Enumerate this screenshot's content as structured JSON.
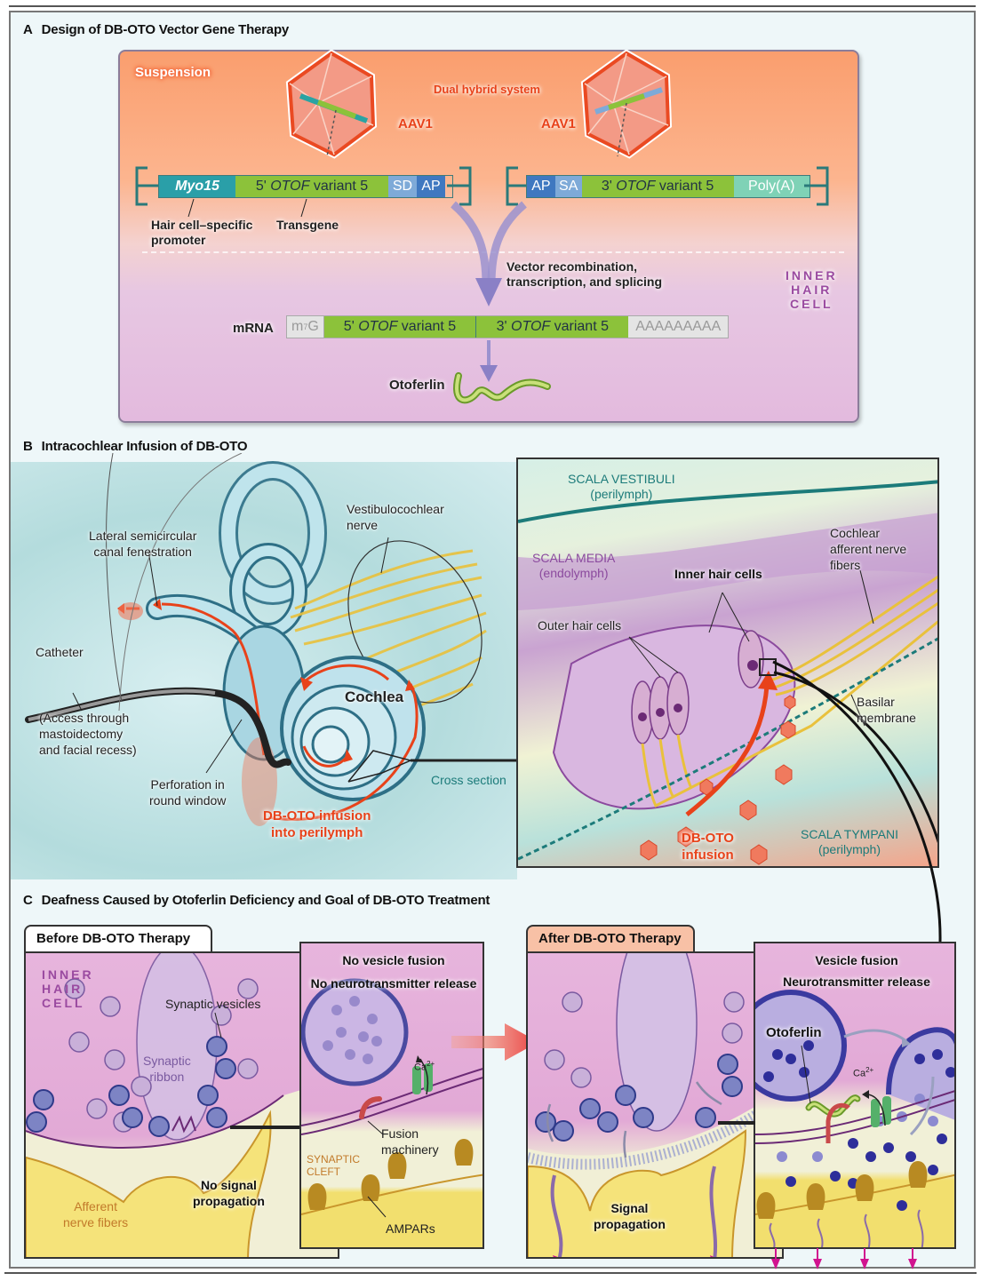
{
  "figure": {
    "panel_a": {
      "title_letter": "A",
      "title": "Design of DB-OTO Vector Gene Therapy",
      "suspension_label": "Suspension",
      "dual_hybrid_label": "Dual hybrid system",
      "aav_left_label": "AAV1",
      "aav_right_label": "AAV1",
      "vector_5prime": {
        "promoter": "Myo15",
        "transgene_prefix": "5' ",
        "transgene_gene": "OTOF",
        "transgene_suffix": " variant 5",
        "sd": "SD",
        "ap": "AP"
      },
      "vector_3prime": {
        "ap": "AP",
        "sa": "SA",
        "transgene_prefix": "3' ",
        "transgene_gene": "OTOF",
        "transgene_suffix": " variant 5",
        "polya": "Poly(A)"
      },
      "promoter_callout_line1": "Hair cell–specific",
      "promoter_callout_line2": "promoter",
      "transgene_callout": "Transgene",
      "recombination_line1": "Vector recombination,",
      "recombination_line2": "transcription, and splicing",
      "inner_hair_cell_line1": "INNER",
      "inner_hair_cell_line2": "HAIR",
      "inner_hair_cell_line3": "CELL",
      "mrna_label": "mRNA",
      "mrna": {
        "cap_m": "m",
        "cap_sup": "7",
        "cap_g": "G",
        "seg1_prefix": "5' ",
        "seg1_gene": "OTOF",
        "seg1_suffix": " variant 5",
        "seg2_prefix": "3' ",
        "seg2_gene": "OTOF",
        "seg2_suffix": " variant 5",
        "polya_tail": "AAAAAAAAA"
      },
      "protein_label": "Otoferlin"
    },
    "panel_b": {
      "title_letter": "B",
      "title": "Intracochlear Infusion of DB-OTO",
      "lateral_line1": "Lateral semicircular",
      "lateral_line2": "canal fenestration",
      "vestibulo_line1": "Vestibulocochlear",
      "vestibulo_line2": "nerve",
      "catheter": "Catheter",
      "access_line1": "(Access through",
      "access_line2": "mastoidectomy",
      "access_line3": "and facial recess)",
      "cochlea": "Cochlea",
      "perforation_line1": "Perforation in",
      "perforation_line2": "round window",
      "cross_section": "Cross section",
      "infusion_line1": "DB-OTO infusion",
      "infusion_line2": "into perilymph",
      "cross_section_view": {
        "scala_vestibuli_line1": "SCALA VESTIBULI",
        "scala_vestibuli_line2": "(perilymph)",
        "scala_media_line1": "SCALA MEDIA",
        "scala_media_line2": "(endolymph)",
        "inner_hair_cells": "Inner hair cells",
        "outer_hair_cells": "Outer hair cells",
        "cochlear_line1": "Cochlear",
        "cochlear_line2": "afferent nerve",
        "cochlear_line3": "fibers",
        "basilar_line1": "Basilar",
        "basilar_line2": "membrane",
        "infusion_line1": "DB-OTO",
        "infusion_line2": "infusion",
        "scala_tympani_line1": "SCALA TYMPANI",
        "scala_tympani_line2": "(perilymph)"
      }
    },
    "panel_c": {
      "title_letter": "C",
      "title": "Deafness Caused by Otoferlin Deficiency and Goal of DB-OTO Treatment",
      "before": {
        "tab": "Before DB-OTO Therapy",
        "inner_line1": "INNER",
        "inner_line2": "HAIR",
        "inner_line3": "CELL",
        "synaptic_vesicles": "Synaptic vesicles",
        "ribbon_line1": "Synaptic",
        "ribbon_line2": "ribbon",
        "afferent_line1": "Afferent",
        "afferent_line2": "nerve fibers",
        "no_signal_line1": "No signal",
        "no_signal_line2": "propagation",
        "inset_line1": "No vesicle fusion",
        "inset_line2": "No neurotransmitter release",
        "ca": "Ca",
        "ca_sup": "2+",
        "fusion_line1": "Fusion",
        "fusion_line2": "machinery",
        "cleft_line1": "SYNAPTIC",
        "cleft_line2": "CLEFT",
        "ampars": "AMPARs"
      },
      "after": {
        "tab": "After DB-OTO Therapy",
        "signal_line1": "Signal",
        "signal_line2": "propagation",
        "inset_line1": "Vesicle fusion",
        "inset_line2": "Neurotransmitter release",
        "otoferlin": "Otoferlin",
        "ca": "Ca",
        "ca_sup": "2+"
      }
    },
    "colors": {
      "accent_red": "#e8421a",
      "teal": "#1c7b7a",
      "purple": "#9a4aa0",
      "gene_green": "#8cc23a"
    }
  }
}
